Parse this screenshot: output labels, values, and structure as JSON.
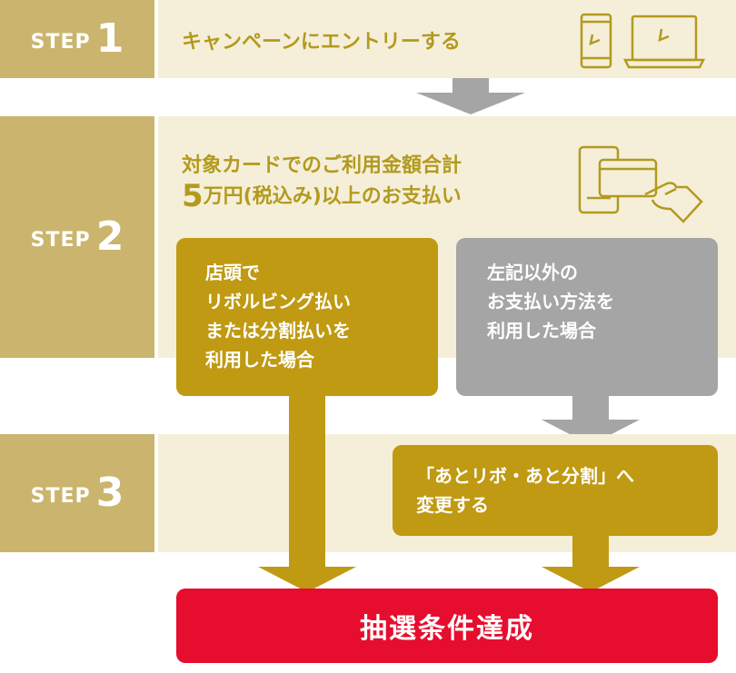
{
  "steps": [
    {
      "word": "STEP",
      "num": "1"
    },
    {
      "word": "STEP",
      "num": "2"
    },
    {
      "word": "STEP",
      "num": "3"
    }
  ],
  "step1": {
    "text": "キャンペーンにエントリーする"
  },
  "step2": {
    "line1": "対象カードでのご利用金額合計",
    "amount_num": "5",
    "amount_rest": "万円(税込み)以上のお支払い",
    "left_box": [
      "店頭で",
      "リボルビング払い",
      "または分割払いを",
      "利用した場合"
    ],
    "right_box": [
      "左記以外の",
      "お支払い方法を",
      "利用した場合"
    ]
  },
  "step3": {
    "box": [
      "「あとリボ・あと分割」へ",
      "変更する"
    ]
  },
  "result": {
    "text": "抽選条件達成"
  },
  "icons": [
    "smartphone-icon",
    "laptop-icon",
    "card-payment-terminal-icon"
  ],
  "colors": {
    "step_label": "#cbb56e",
    "step_band": "#f5efd9",
    "gold": "#bf9a12",
    "grey": "#a5a5a5",
    "red": "#e60d2e",
    "gold_text": "#b39a1f"
  }
}
